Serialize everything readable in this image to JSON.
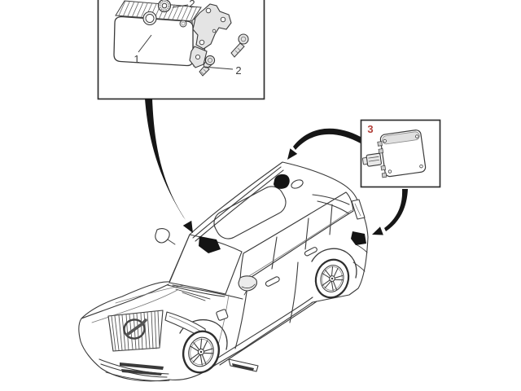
{
  "labels": {
    "part1": "1",
    "part2_top": "2",
    "part2_bottom": "2",
    "part3": "3"
  },
  "colors": {
    "label": "#3d3d3d",
    "label_highlight": "#b2423c",
    "line": "#3a3a3a",
    "arrow": "#161616",
    "fill_light": "#e4e4e4",
    "background": "#ffffff"
  }
}
